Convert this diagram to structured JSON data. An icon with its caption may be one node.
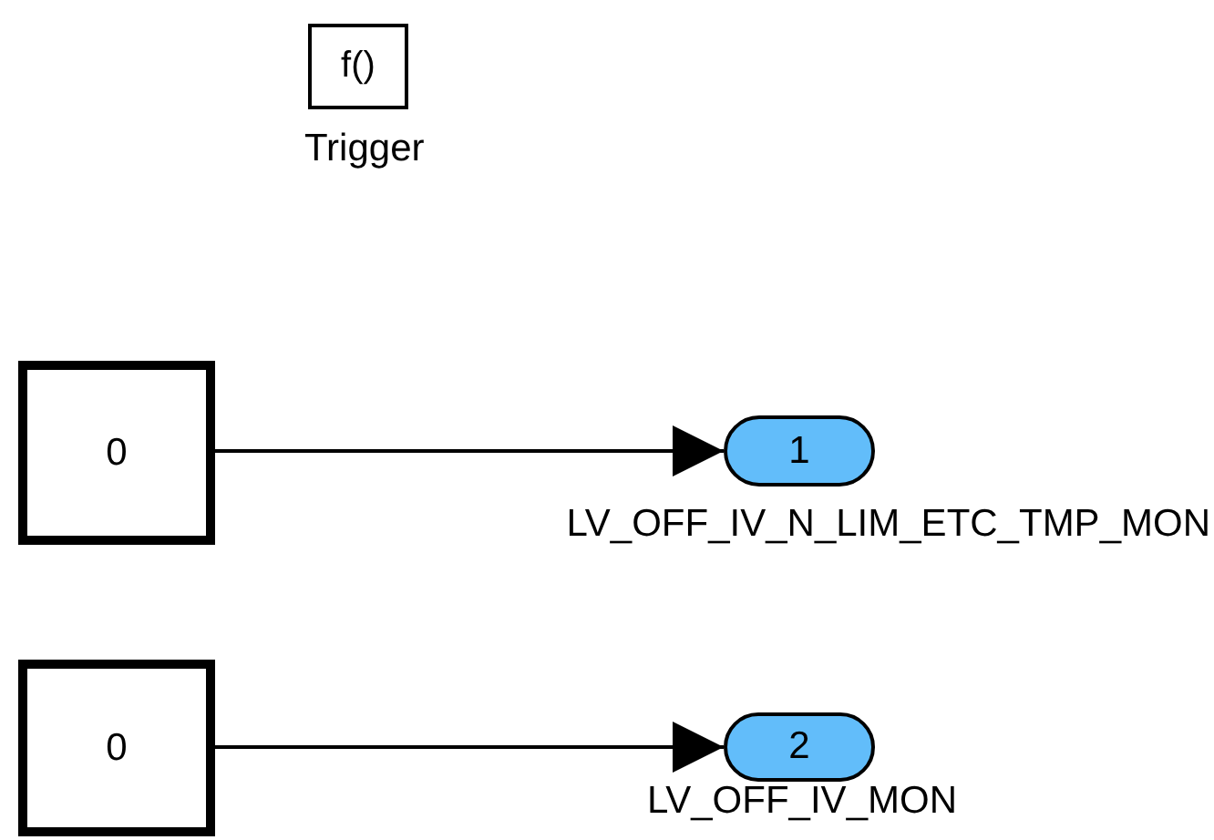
{
  "diagram": {
    "nodes": [
      {
        "text": [
          "f()"
        ],
        "beside": [
          "Trigger"
        ]
      },
      {
        "text": [
          "0"
        ]
      },
      {
        "text": [
          "0"
        ]
      },
      {
        "text": [
          "1"
        ],
        "beside": [
          "LV_OFF_IV_N_LIM_ETC_TMP_MON"
        ]
      },
      {
        "text": [
          "2"
        ],
        "beside": [
          "LV_OFF_IV_MON"
        ]
      }
    ],
    "edges": [
      {
        "from": 1,
        "to": 3,
        "arrow": "to"
      },
      {
        "from": 2,
        "to": 4,
        "arrow": "to"
      }
    ]
  }
}
